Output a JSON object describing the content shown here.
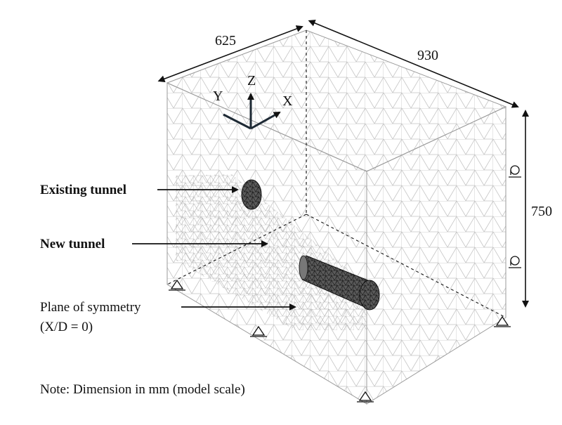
{
  "dimensions": {
    "depth": "625",
    "length": "930",
    "height": "750"
  },
  "axes": {
    "x": "X",
    "y": "Y",
    "z": "Z"
  },
  "labels": {
    "existing_tunnel": "Existing tunnel",
    "new_tunnel": "New tunnel",
    "plane_line1": "Plane of symmetry",
    "plane_line2": "(X/D = 0)"
  },
  "note": "Note: Dimension in mm (model scale)",
  "colors": {
    "mesh": "#b9b9b9",
    "tunnel_mesh": "#2a2a2a",
    "text": "#111111"
  }
}
